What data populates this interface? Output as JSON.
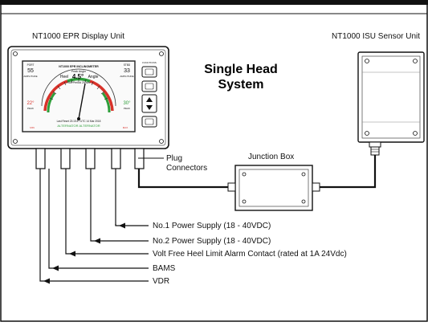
{
  "diagram": {
    "display_unit_label": "NT1000 EPR Display Unit",
    "sensor_unit_label": "NT1000 ISU Sensor Unit",
    "system_title_line1": "Single Head",
    "system_title_line2": "System",
    "junction_box_label": "Junction Box",
    "plug_connectors_line1": "Plug",
    "plug_connectors_line2": "Connectors",
    "connections": [
      "No.1 Power Supply (18 - 40VDC)",
      "No.2 Power Supply (18 - 40VDC)",
      "Volt Free Heel Limit Alarm Contact (rated at 1A 24Vdc)",
      "BAMS",
      "VDR"
    ],
    "screen": {
      "brand": "NT1000 EPR INCLINOMETER",
      "mode": "Peak Angle",
      "reading_label": "Heel",
      "reading_value": "4.5°",
      "reading_unit": "Angle",
      "roll_period": "Roll Period  20 sec",
      "left_value": "55",
      "right_value": "33",
      "left_side": "PORT",
      "right_side": "STBD",
      "left_caption": "AMPLITUDE",
      "right_caption": "AMPLITUDE",
      "left_inner": "22°",
      "right_inner": "30°",
      "left_peak": "PEAK",
      "right_peak": "PEAK",
      "last_reset": "Last Reset 23:15:47 UTC 14 Mar 2018",
      "footer": "ALTERNATOR  ALTERNATOR",
      "min_label": "MIN",
      "max_label": "MAX",
      "functions_label": "FUNCTIONS"
    }
  },
  "colors": {
    "stroke": "#111111",
    "screen_fill": "#fafafa",
    "green": "#2e9e3a",
    "red": "#d8322a",
    "blue": "#3a53c4"
  }
}
